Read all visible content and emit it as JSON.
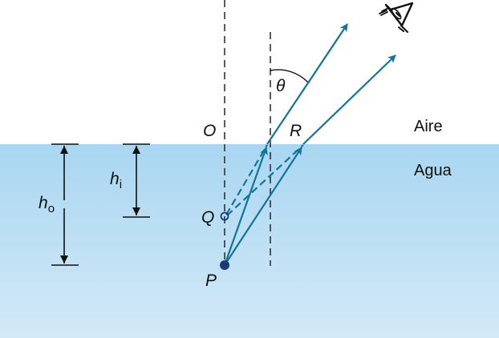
{
  "diagram": {
    "title": "Apparent depth refraction diagram",
    "media": {
      "upper": "Aire",
      "lower": "Agua"
    },
    "points": {
      "O": "O",
      "R": "R",
      "Q": "Q",
      "P": "P"
    },
    "angle_label": "θ",
    "heights": {
      "object": {
        "base": "h",
        "sub": "o"
      },
      "image": {
        "base": "h",
        "sub": "i"
      }
    },
    "colors": {
      "ray": "#11759a",
      "water_top": "#a9d6f1",
      "water_bottom": "#d3e9f7",
      "point_fill": "#1b3a78",
      "dashed_line": "#333333",
      "text": "#111111"
    },
    "icons": [
      "eye-icon"
    ]
  }
}
